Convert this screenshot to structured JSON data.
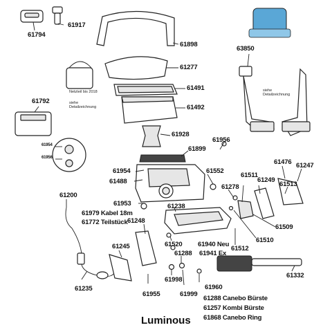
{
  "title": "Luminous",
  "notes": {
    "netzteil": "Netzteil bis 2018",
    "siehe_left": "siehe Detailzeichnung",
    "siehe_right": "siehe Detailzeichnung"
  },
  "labels": {
    "p61794": "61794",
    "p61917": "61917",
    "p61898": "61898",
    "p63850": "63850",
    "p61277": "61277",
    "p61491": "61491",
    "p61492": "61492",
    "p61792": "61792",
    "p61928": "61928",
    "p61954_s": "61954",
    "p61956_s": "61956",
    "p61956": "61956",
    "p61899": "61899",
    "p61476": "61476",
    "p61247": "61247",
    "p61954": "61954",
    "p61552": "61552",
    "p61511": "61511",
    "p61488": "61488",
    "p61278": "61278",
    "p61249": "61249",
    "p61513": "61513",
    "p61200": "61200",
    "p61953": "61953",
    "p61238": "61238",
    "p61979": "61979 Kabel 18m",
    "p61772": "61772 Teilstück",
    "p61248": "61248",
    "p61509": "61509",
    "p61510": "61510",
    "p61520": "61520",
    "p61940": "61940 Neu",
    "p61941": "61941 Ex",
    "p61245": "61245",
    "p61288": "61288",
    "p61512": "61512",
    "p61998": "61998",
    "p61332": "61332",
    "p61235": "61235",
    "p61955": "61955",
    "p61999": "61999",
    "p61960": "61960",
    "p61288b": "61288 Canebo Bürste",
    "p61257": "61257 Kombi Bürste",
    "p61868": "61868 Canebo Ring"
  }
}
